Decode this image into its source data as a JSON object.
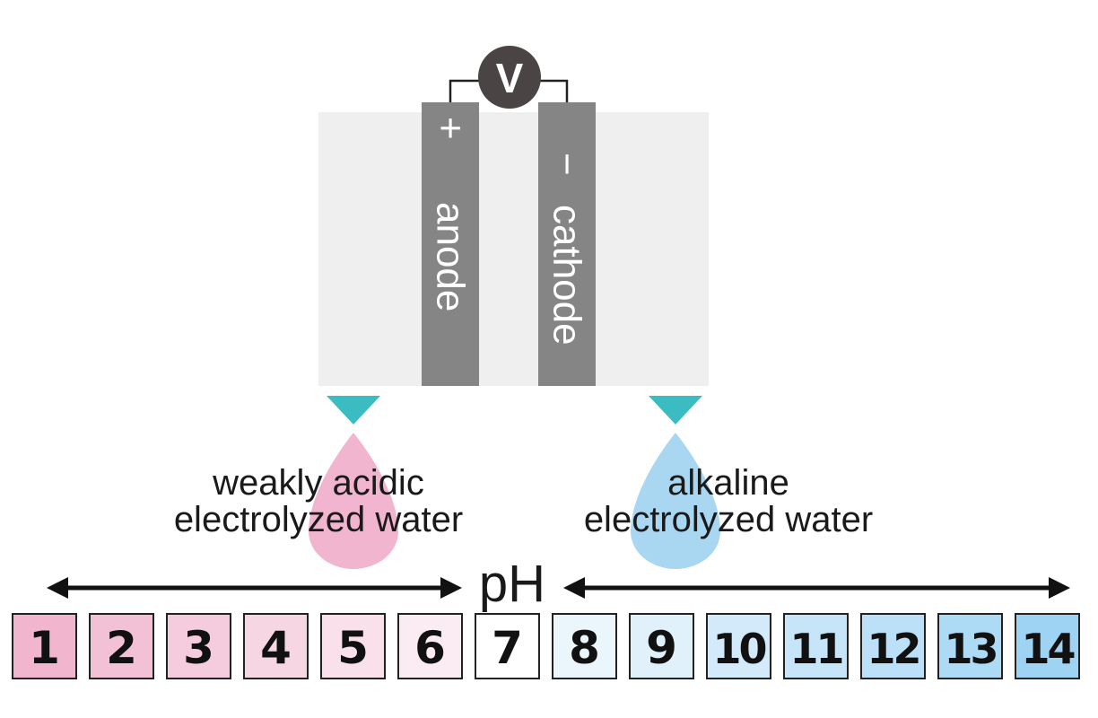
{
  "voltmeter": {
    "symbol": "V",
    "color": "#4a4444"
  },
  "cell": {
    "background": "#efefef"
  },
  "anode": {
    "sign": "+",
    "label": "anode",
    "color": "#858585"
  },
  "cathode": {
    "sign": "−",
    "label": "cathode",
    "color": "#858585"
  },
  "outlet_color": "#3bbcc3",
  "acidic_water": {
    "line1": "weakly acidic",
    "line2": "electrolyzed water",
    "drop_color": "#f2b5cf"
  },
  "alkaline_water": {
    "line1": "alkaline",
    "line2": "electrolyzed water",
    "drop_color": "#a9d7f2"
  },
  "ph_scale": {
    "label": "pH",
    "values": [
      {
        "value": "1",
        "color": "#f1b6cd"
      },
      {
        "value": "2",
        "color": "#f3c1d6"
      },
      {
        "value": "3",
        "color": "#f5ccdd"
      },
      {
        "value": "4",
        "color": "#f7d6e4"
      },
      {
        "value": "5",
        "color": "#f9e0eb"
      },
      {
        "value": "6",
        "color": "#fbebf2"
      },
      {
        "value": "7",
        "color": "#ffffff"
      },
      {
        "value": "8",
        "color": "#ebf5fc"
      },
      {
        "value": "9",
        "color": "#e1f1fb"
      },
      {
        "value": "10",
        "color": "#d2eafa"
      },
      {
        "value": "11",
        "color": "#c7e5f8"
      },
      {
        "value": "12",
        "color": "#bbe0f7"
      },
      {
        "value": "13",
        "color": "#addaf5"
      },
      {
        "value": "14",
        "color": "#9fd3f3"
      }
    ]
  }
}
